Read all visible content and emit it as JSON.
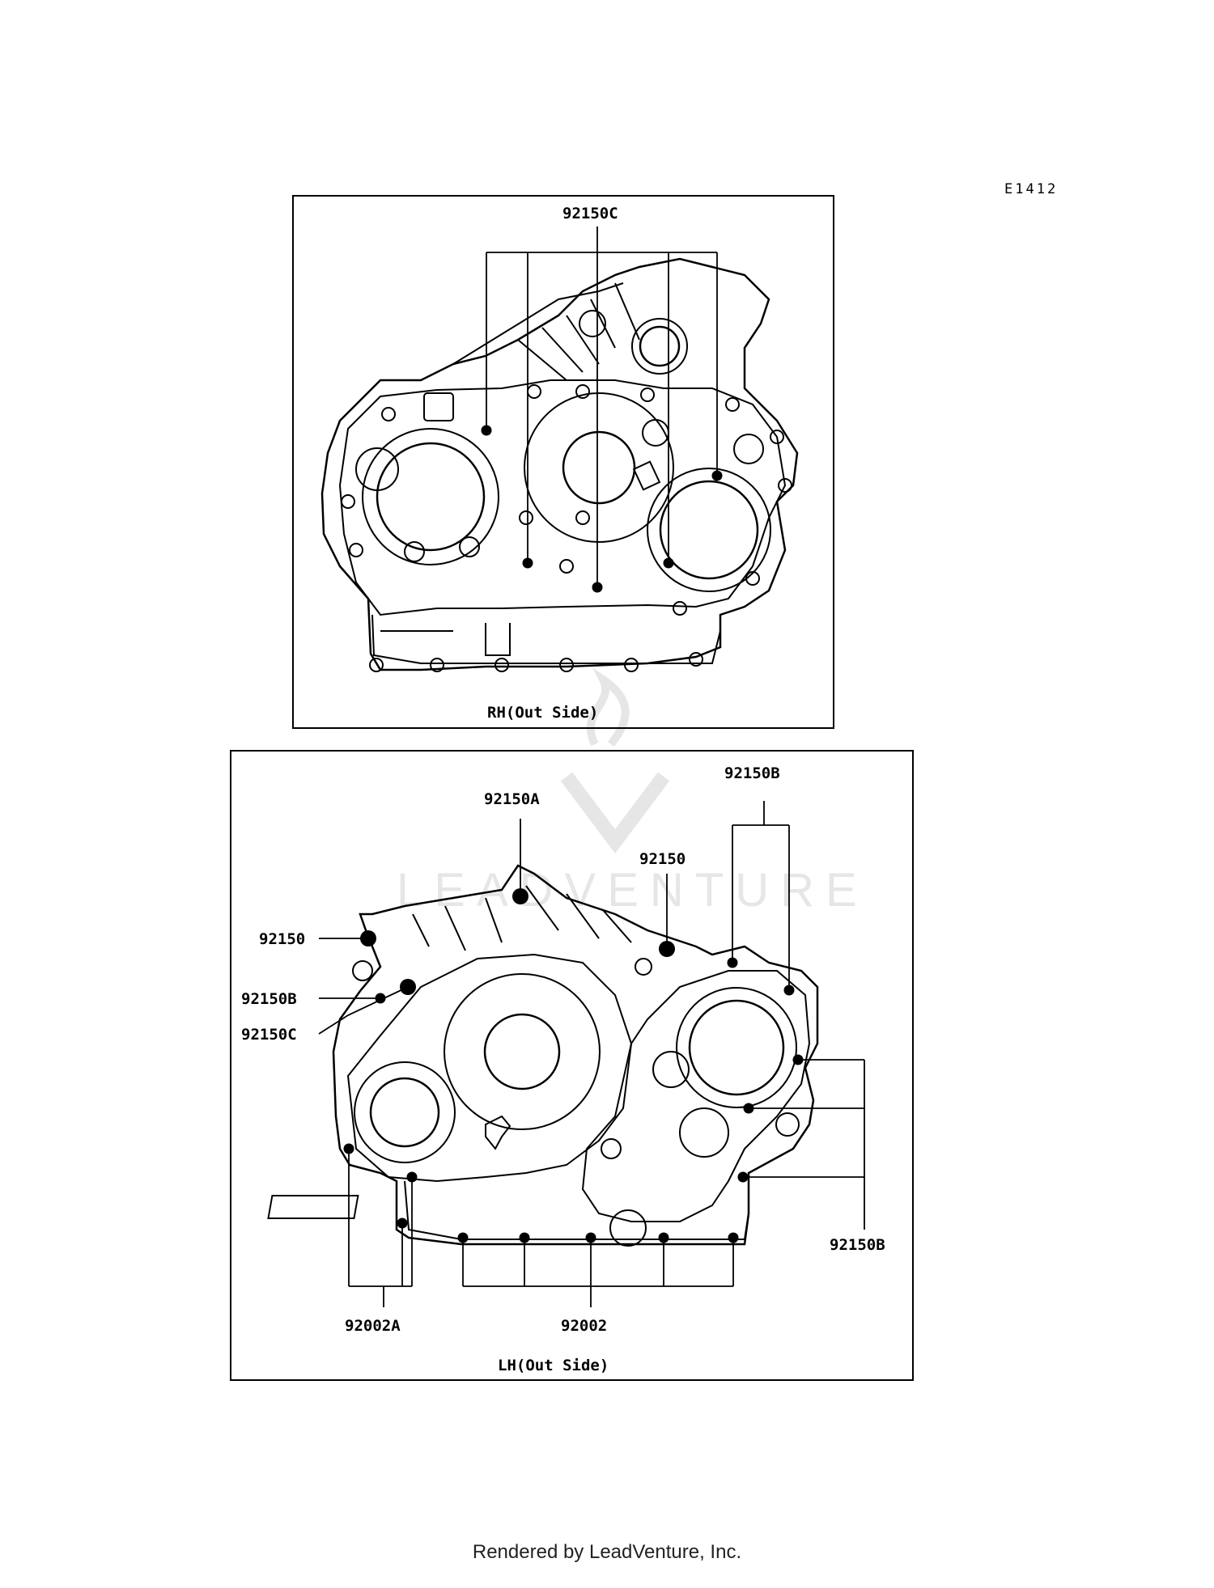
{
  "diagram_code": "E1412",
  "footer": "Rendered by LeadVenture, Inc.",
  "watermark": "LEADVENTURE",
  "colors": {
    "line": "#000000",
    "watermark": "#e6e6e6"
  },
  "rh_panel": {
    "caption": "RH(Out Side)",
    "labels": {
      "bolt_c": "92150C"
    }
  },
  "lh_panel": {
    "caption": "LH(Out Side)",
    "labels": {
      "bolt_a": "92150A",
      "bolt_b_top": "92150B",
      "bolt_mid": "92150",
      "bolt_left": "92150",
      "bolt_b_left": "92150B",
      "bolt_c_left": "92150C",
      "bolt_b_right": "92150B",
      "dowel_a": "92002A",
      "dowel": "92002"
    }
  }
}
